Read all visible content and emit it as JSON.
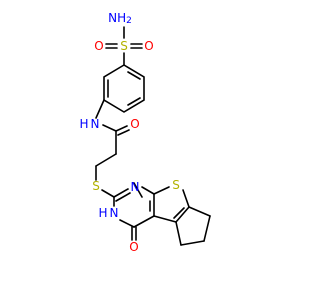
{
  "colors": {
    "background": "#ffffff",
    "bond": "#000000",
    "nitrogen": "#0000ff",
    "oxygen": "#ff0000",
    "sulfur": "#b2b200"
  },
  "atoms": {
    "nh2": "NH",
    "nh2_sub": "2",
    "sulfonyl_s": "S",
    "sulfonyl_o_left": "O",
    "sulfonyl_o_right": "O",
    "amide_nh": "N",
    "amide_nh_h": "H",
    "amide_o": "O",
    "thioether_s": "S",
    "pyrimidine_n": "N",
    "thiophene_s": "S",
    "ring_nh": "N",
    "ring_nh_h": "H",
    "ketone_o": "O"
  }
}
